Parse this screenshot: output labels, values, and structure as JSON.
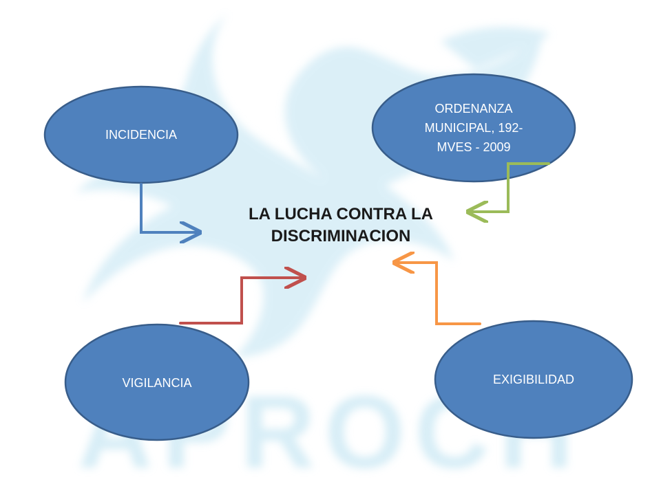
{
  "slide": {
    "title_lines": [
      "LA LUCHA CONTRA LA",
      "DISCRIMINACION"
    ],
    "watermark_text": "APROCH"
  },
  "nodes": {
    "incidencia": {
      "label": "INCIDENCIA"
    },
    "ordenanza": {
      "lines": [
        "ORDENANZA",
        "MUNICIPAL, 192-",
        "MVES - 2009"
      ]
    },
    "vigilancia": {
      "label": "VIGILANCIA"
    },
    "exigibilidad": {
      "label": "EXIGIBILIDAD"
    }
  },
  "colors": {
    "node_fill": "#4f81bd",
    "node_stroke": "#385d8a",
    "arrow_incidencia": "#4f81bd",
    "arrow_ordenanza": "#9bbb59",
    "arrow_vigilancia": "#c0504d",
    "arrow_exigibilidad": "#f79646",
    "watermark": "#bfe3f2"
  }
}
